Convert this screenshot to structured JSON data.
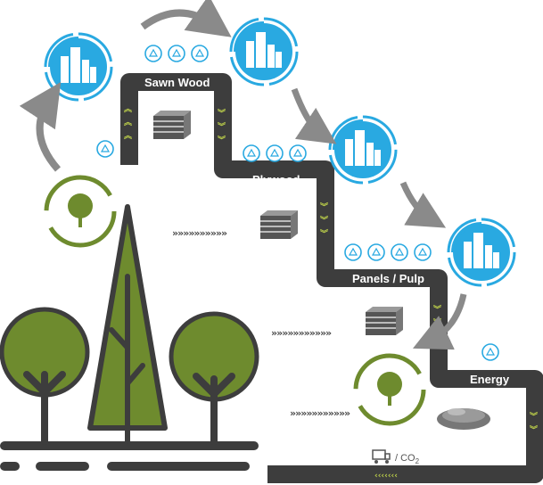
{
  "stages": {
    "sawn_wood": "Sawn Wood",
    "plywood": "Plywood",
    "panels_pulp": "Panels / Pulp",
    "energy": "Energy"
  },
  "co2_label": "/ CO",
  "co2_sub": "2",
  "colors": {
    "road": "#3d3d3d",
    "tree_green": "#6e8b2e",
    "trunk": "#3d3d3d",
    "city_blue": "#29a9e1",
    "arrow_grey": "#8a8a8a",
    "chevron": "#bdd04a"
  }
}
